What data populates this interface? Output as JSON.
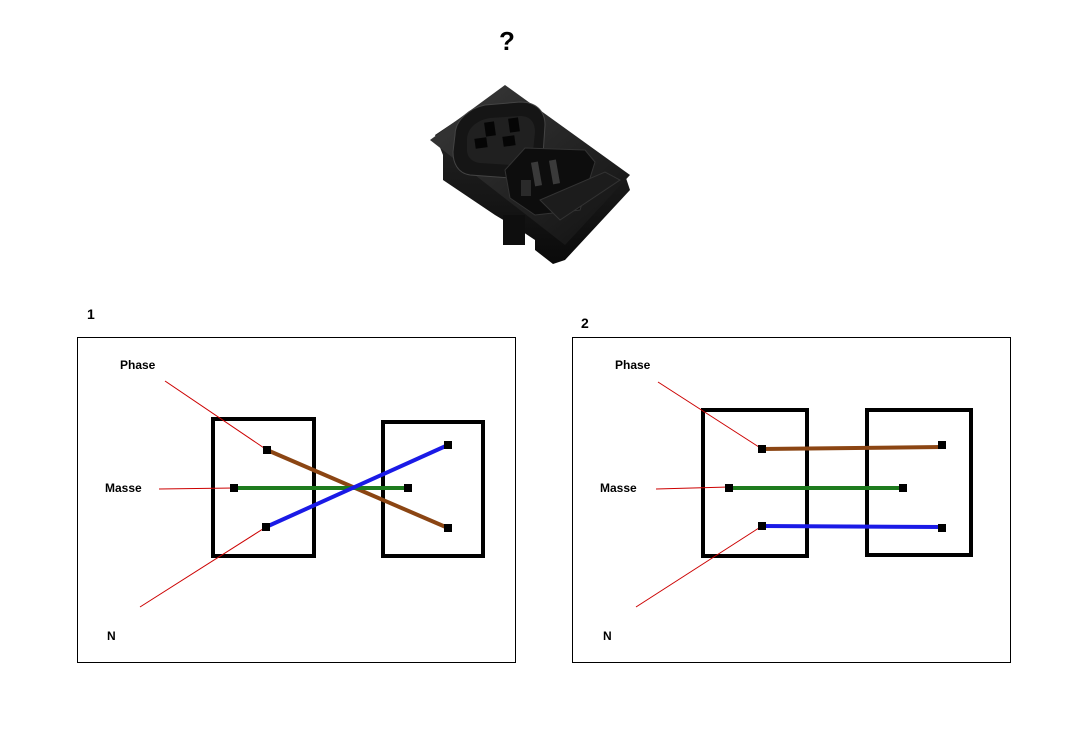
{
  "header": {
    "question_mark": "?"
  },
  "panels": [
    {
      "number": "1",
      "labels": {
        "phase": "Phase",
        "masse": "Masse",
        "neutral": "N"
      },
      "wiring": "crossed"
    },
    {
      "number": "2",
      "labels": {
        "phase": "Phase",
        "masse": "Masse",
        "neutral": "N"
      },
      "wiring": "straight"
    }
  ],
  "colors": {
    "phase_wire": "#8B4513",
    "earth_wire": "#1E7B1E",
    "neutral_wire": "#1A1AE6",
    "leader_line": "#CC0000",
    "frame": "#000000"
  },
  "icons": {
    "product": "iec-c13-c14-socket-photo-icon"
  }
}
